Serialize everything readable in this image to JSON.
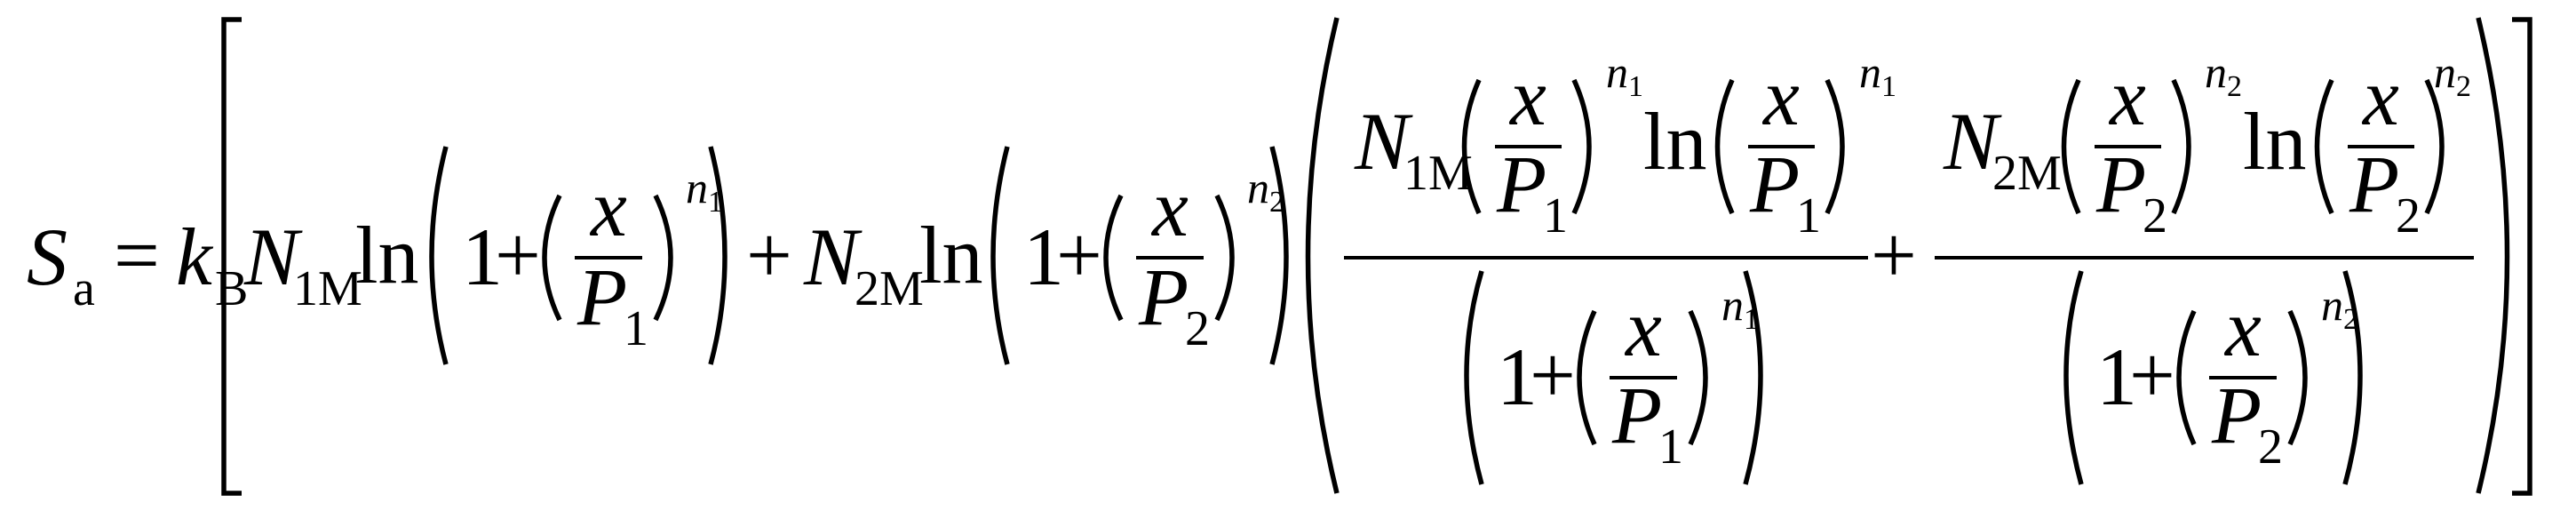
{
  "equation": {
    "lhs_symbol": "S",
    "lhs_subscript": "a",
    "equals": "=",
    "k": "k",
    "k_subscript": "B",
    "plus": "+",
    "one": "1",
    "ln": "ln",
    "N": "N",
    "N1_subscript": "1M",
    "N2_subscript": "2M",
    "x": "x",
    "P": "P",
    "idx1": "1",
    "idx2": "2",
    "n": "n"
  }
}
